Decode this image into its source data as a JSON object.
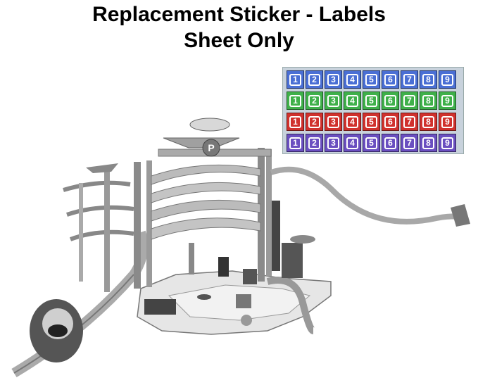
{
  "title": {
    "line1": "Replacement Sticker - Labels",
    "line2": "Sheet Only"
  },
  "sticker_sheet": {
    "rows": [
      {
        "color": "#4a6fd4",
        "labels": [
          "1",
          "2",
          "3",
          "4",
          "5",
          "6",
          "7",
          "8",
          "9"
        ]
      },
      {
        "color": "#3fb04a",
        "labels": [
          "1",
          "2",
          "3",
          "4",
          "5",
          "6",
          "7",
          "8",
          "9"
        ]
      },
      {
        "color": "#d0312d",
        "labels": [
          "1",
          "2",
          "3",
          "4",
          "5",
          "6",
          "7",
          "8",
          "9"
        ]
      },
      {
        "color": "#6a4fc0",
        "labels": [
          "1",
          "2",
          "3",
          "4",
          "5",
          "6",
          "7",
          "8",
          "9"
        ]
      }
    ]
  },
  "playset_photo": {
    "style": "grayscale",
    "sign_letter": "P"
  }
}
